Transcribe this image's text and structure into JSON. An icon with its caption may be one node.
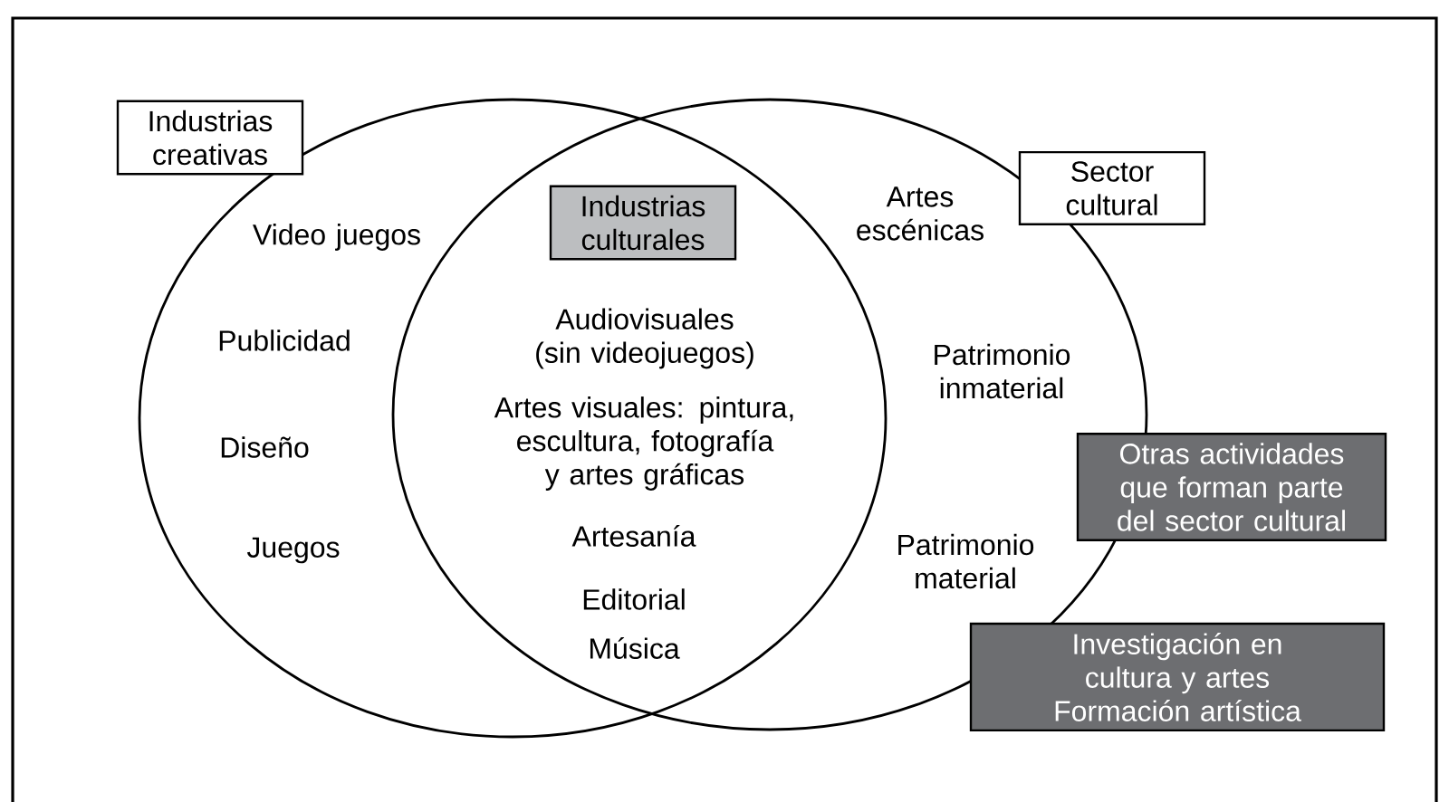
{
  "diagram": {
    "nodes": [
      {
        "text": [
          "Industrias creativas"
        ]
      },
      {
        "text": [
          "Industrias culturales"
        ]
      },
      {
        "text": [
          "Sector cultural"
        ]
      },
      {
        "text": [
          "Otras actividades que forman parte del sector cultural"
        ]
      },
      {
        "text": [
          "Investigación en cultura y artes",
          "Formación artística"
        ]
      }
    ],
    "edges": [],
    "labels": [
      "Video juegos",
      "Publicidad",
      "Diseño",
      "Juegos",
      "Audiovisuales (sin videojuegos)",
      "Artes visuales: pintura, escultura, fotografía y artes gráficas",
      "Artesanía",
      "Editorial",
      "Música",
      "Artes escénicas",
      "Patrimonio inmaterial",
      "Patrimonio material"
    ]
  }
}
